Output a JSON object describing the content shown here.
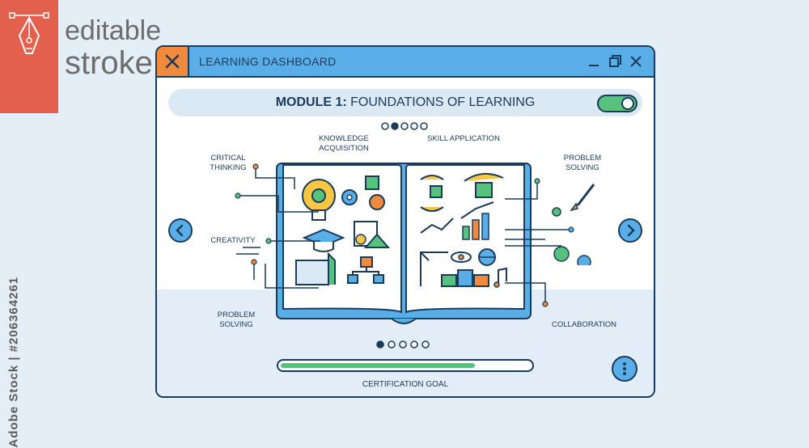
{
  "brand": {
    "line1": "editable",
    "line2": "stroke"
  },
  "watermark": {
    "side_text": "Adobe Stock | #206364261"
  },
  "window": {
    "title": "LEARNING DASHBOARD"
  },
  "module": {
    "prefix": "MODULE 1:",
    "title": "FOUNDATIONS OF LEARNING",
    "toggle_on": true
  },
  "book": {
    "left_labels": [
      "CRITICAL THINKING",
      "CREATIVITY",
      "PROBLEM SOLVING"
    ],
    "top_labels": [
      "KNOWLEDGE ACQUISITION",
      "SKILL APPLICATION"
    ],
    "right_labels": [
      "PROBLEM SOLVING",
      "COLLABORATION"
    ]
  },
  "pagination": {
    "top_active": 2,
    "bottom_active": 1,
    "count": 5
  },
  "progress": {
    "label": "CERTIFICATION GOAL",
    "value": 0.78
  },
  "colors": {
    "accent": "#5aaee8",
    "orange": "#f18a3d",
    "green": "#56c27e",
    "navy": "#1b3b5a",
    "brand": "#e2604c"
  }
}
